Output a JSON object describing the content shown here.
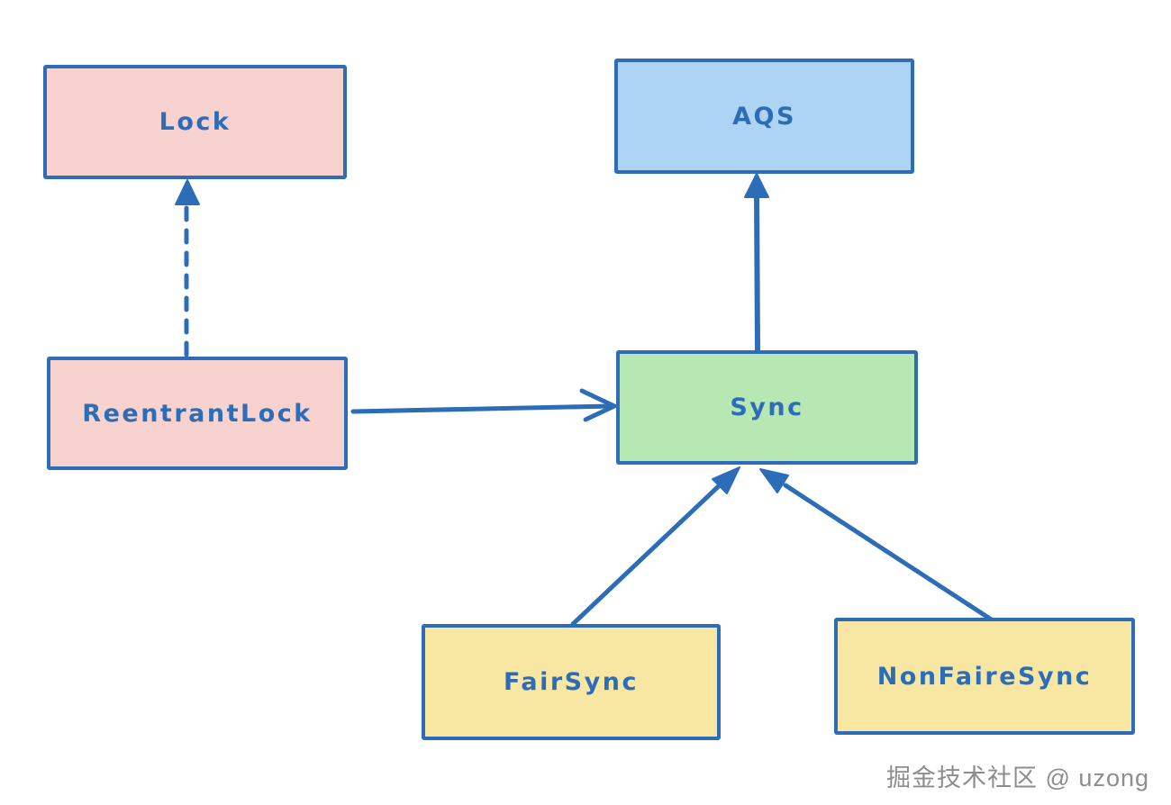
{
  "diagram": {
    "type": "class-hierarchy",
    "background": "#ffffff",
    "stroke_color": "#2d6db8",
    "text_color": "#2d6db8",
    "nodes": [
      {
        "id": "lock",
        "label": "Lock",
        "fill": "#f8d2ce"
      },
      {
        "id": "aqs",
        "label": "AQS",
        "fill": "#aed4f4"
      },
      {
        "id": "reentrantlock",
        "label": "ReentrantLock",
        "fill": "#f8d2ce"
      },
      {
        "id": "sync",
        "label": "Sync",
        "fill": "#b7e7b3"
      },
      {
        "id": "fairsync",
        "label": "FairSync",
        "fill": "#f8e7a2"
      },
      {
        "id": "nonfairesync",
        "label": "NonFaireSync",
        "fill": "#f8e7a2"
      }
    ],
    "edges": [
      {
        "id": "reentrantlock-to-lock",
        "from": "reentrantlock",
        "to": "lock",
        "style": "dashed",
        "head": "triangle"
      },
      {
        "id": "reentrantlock-to-sync",
        "from": "reentrantlock",
        "to": "sync",
        "style": "solid",
        "head": "chevron"
      },
      {
        "id": "sync-to-aqs",
        "from": "sync",
        "to": "aqs",
        "style": "solid",
        "head": "triangle"
      },
      {
        "id": "fairsync-to-sync",
        "from": "fairsync",
        "to": "sync",
        "style": "solid",
        "head": "triangle"
      },
      {
        "id": "nonfairesync-to-sync",
        "from": "nonfairesync",
        "to": "sync",
        "style": "solid",
        "head": "triangle"
      }
    ]
  },
  "watermark": {
    "text": "掘金技术社区 @ uzong",
    "color": "#8d8d8d"
  }
}
